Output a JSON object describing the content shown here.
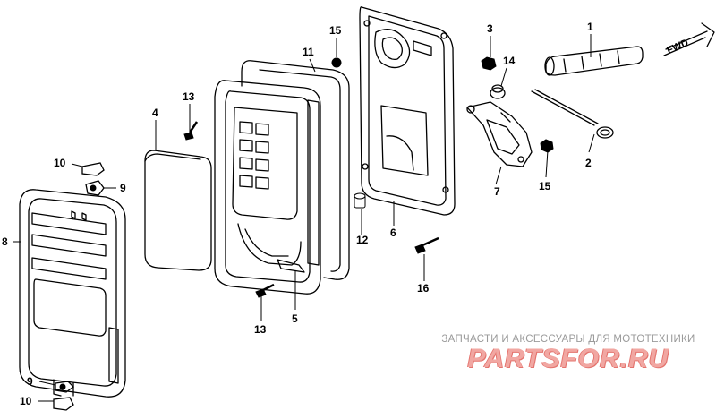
{
  "diagram": {
    "fwd_label": "FWD",
    "callouts": [
      "1",
      "2",
      "3",
      "4",
      "5",
      "6",
      "7",
      "8",
      "9",
      "9",
      "10",
      "10",
      "11",
      "12",
      "13",
      "13",
      "14",
      "15",
      "15",
      "16"
    ]
  },
  "watermark": {
    "subtitle": "ЗАПЧАСТИ И АКСЕССУАРЫ ДЛЯ МОТОТЕХНИКИ",
    "brand": "PARTSFOR.RU",
    "brand_color": "#f1a7a2"
  }
}
